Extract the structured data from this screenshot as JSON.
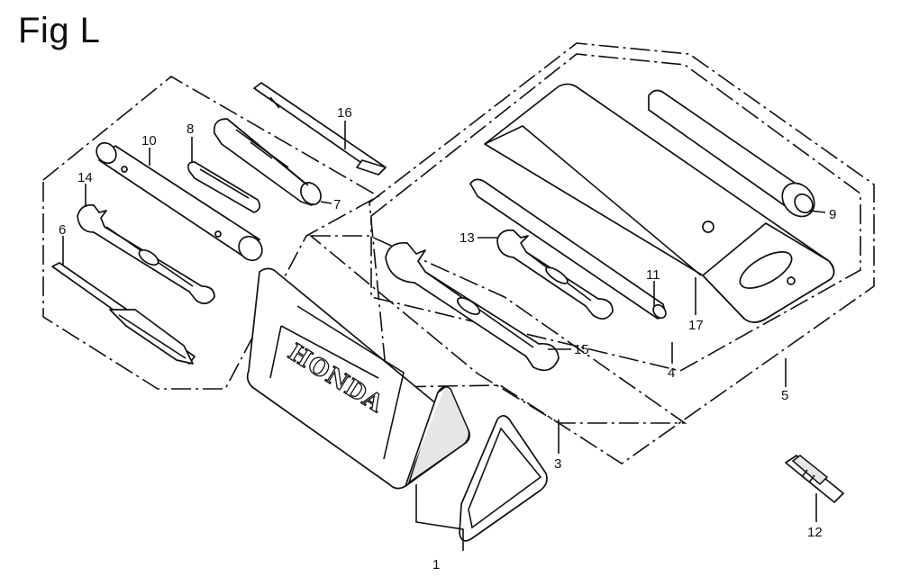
{
  "figure": {
    "title": "Fig L"
  },
  "brand": {
    "text": "HONDA"
  },
  "callouts": {
    "c1": "1",
    "c3": "3",
    "c4": "4",
    "c5": "5",
    "c6": "6",
    "c7": "7",
    "c8": "8",
    "c9": "9",
    "c10": "10",
    "c11": "11",
    "c12": "12",
    "c13": "13",
    "c14": "14",
    "c15": "15",
    "c16": "16",
    "c17": "17"
  }
}
